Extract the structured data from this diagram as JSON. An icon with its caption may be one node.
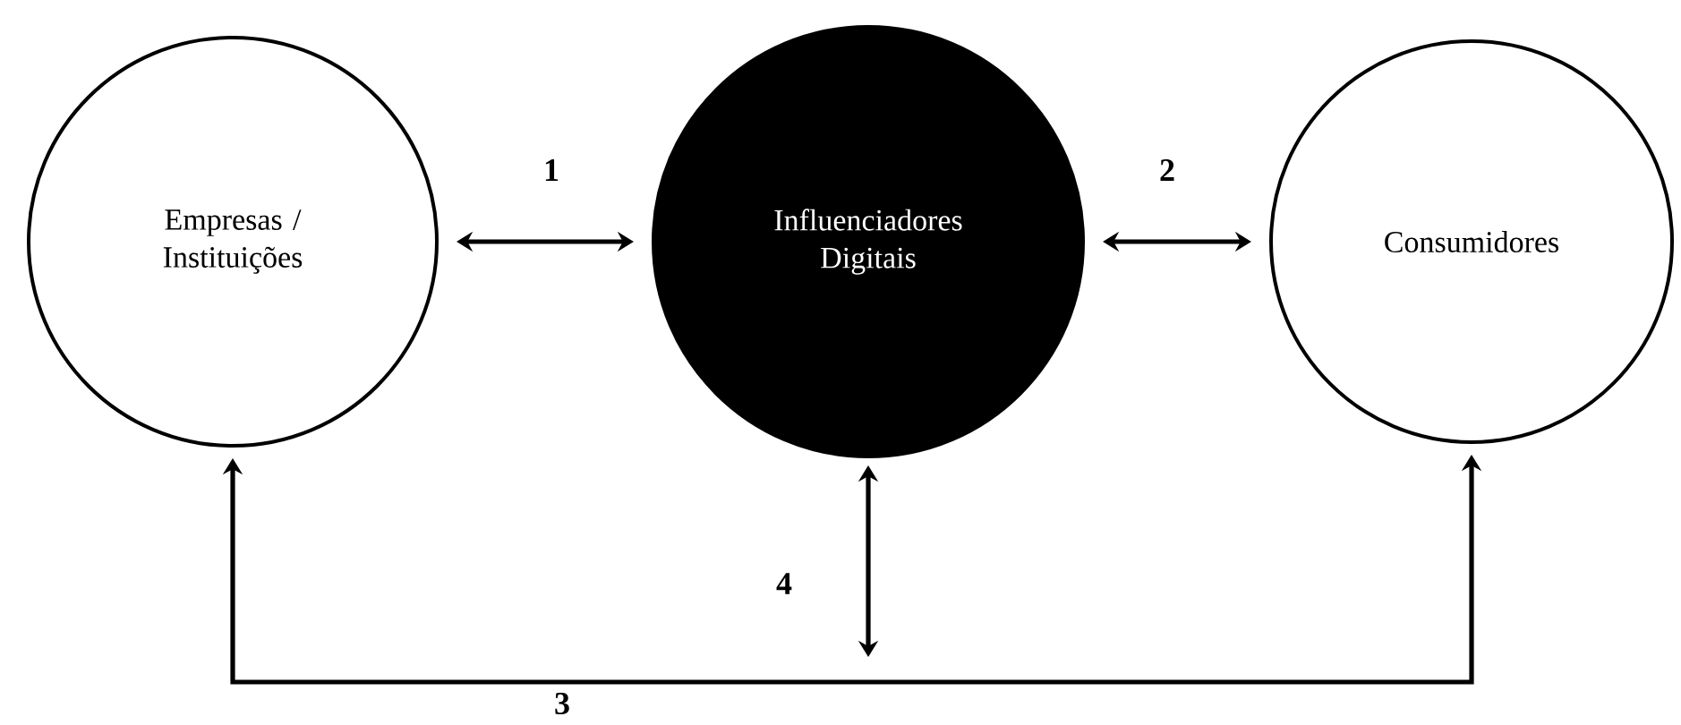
{
  "diagram": {
    "nodes": [
      {
        "text": [
          "Empresas / Instituições"
        ]
      },
      {
        "text": [
          "Influenciadores Digitais"
        ]
      },
      {
        "text": [
          "Consumidores"
        ]
      }
    ],
    "edges": [
      {
        "from": 0,
        "to": 1,
        "arrow": "both",
        "label": "1"
      },
      {
        "from": 1,
        "to": 2,
        "arrow": "both",
        "label": "2"
      },
      {
        "from": 0,
        "to": 2,
        "arrow": "both",
        "label": "3"
      },
      {
        "from": 1,
        "to": null,
        "arrow": "both",
        "label": "4"
      }
    ]
  }
}
